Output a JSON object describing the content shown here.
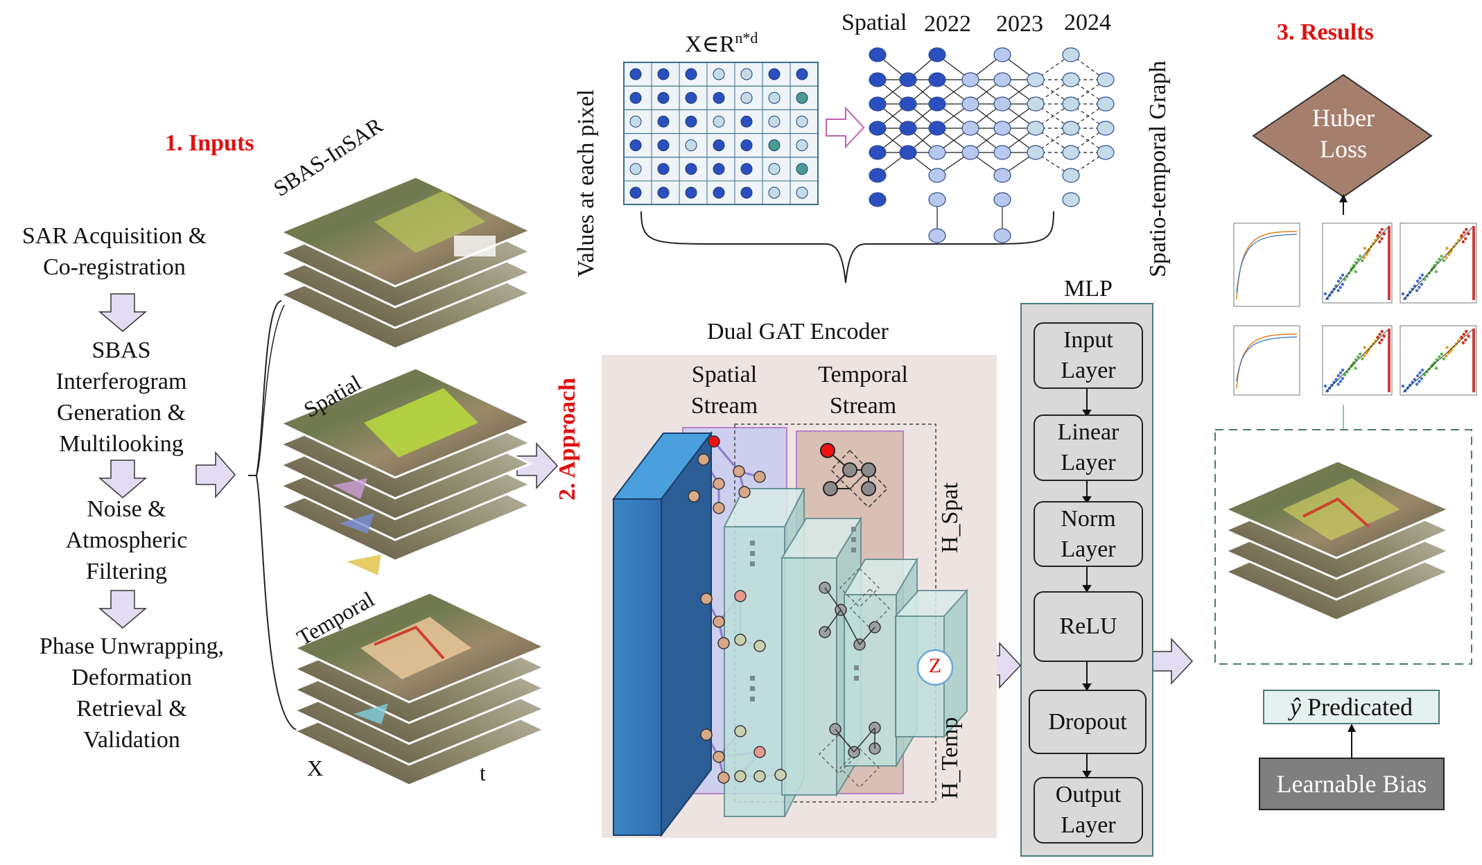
{
  "inputs": {
    "title": "1. Inputs",
    "steps": [
      "SAR Acquisition &\nCo-registration",
      "SBAS\nInterferogram\nGeneration &\nMultilooking",
      "Noise &\nAtmospheric\nFiltering",
      "Phase Unwrapping,\nDeformation\nRetrieval &\nValidation"
    ],
    "stack_labels": [
      "SBAS-InSAR",
      "Spatial",
      "Temporal"
    ],
    "axis_x": "X",
    "axis_t": "t"
  },
  "graph": {
    "matrix_label_base": "X∈R",
    "matrix_label_sup": "n*d",
    "values_label": "Values at each pixel",
    "col_labels": [
      "Spatial",
      "2022",
      "2023",
      "2024"
    ],
    "side_label": "Spatio-temporal Graph"
  },
  "approach": {
    "title": "2. Approach",
    "encoder_title": "Dual GAT Encoder",
    "spatial_stream": "Spatial\nStream",
    "temporal_stream": "Temporal\nStream",
    "h_spat": "H_Spat",
    "h_temp": "H_Temp",
    "z_label": "Z"
  },
  "mlp": {
    "title": "MLP",
    "layers": [
      "Input\nLayer",
      "Linear\nLayer",
      "Norm\nLayer",
      "ReLU",
      "Dropout",
      "Output\nLayer"
    ]
  },
  "results": {
    "title": "3. Results",
    "loss": "Huber\nLoss",
    "pred_prefix": "ŷ",
    "pred_label": "Predicated",
    "bias": "Learnable Bias"
  },
  "colors": {
    "red_title": "#e01010",
    "huber_fill": "#a67f6c",
    "bias_fill": "#7f7f7f",
    "pred_fill": "#e3f1ef",
    "mlp_panel": "#d9d9d9",
    "encoder_bg": "#ede4e2",
    "node_dark": "#2b4fbf",
    "node_light": "#c4dcea",
    "node_teal": "#4a9a94",
    "arrow_fill": "#e3dcf2"
  }
}
